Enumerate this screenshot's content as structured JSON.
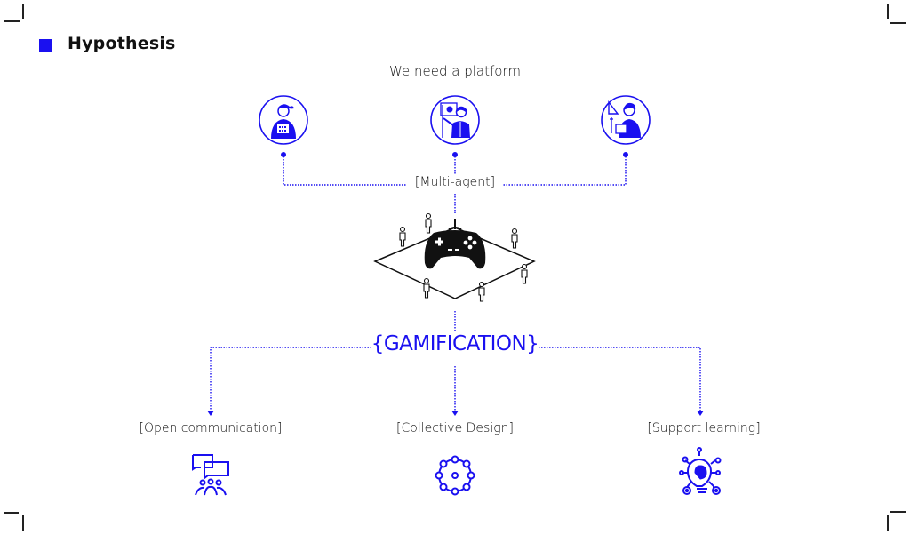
{
  "title": "Hypothesis",
  "colors": {
    "accent": "#1a10f0",
    "ink": "#111111"
  },
  "top_label": "We need a platform",
  "actors": [
    {
      "icon": "person-with-tablet-icon"
    },
    {
      "icon": "teacher-presenting-icon"
    },
    {
      "icon": "student-with-tools-icon"
    }
  ],
  "connector_label": "[Multi-agent]",
  "center_icon": "game-controller-platform-icon",
  "gamification_label": "{GAMIFICATION}",
  "outcomes": [
    {
      "label": "[Open communication]",
      "icon": "group-chat-icon"
    },
    {
      "label": "[Collective Design]",
      "icon": "network-circle-icon"
    },
    {
      "label": "[Support learning]",
      "icon": "brain-bulb-icon"
    }
  ]
}
